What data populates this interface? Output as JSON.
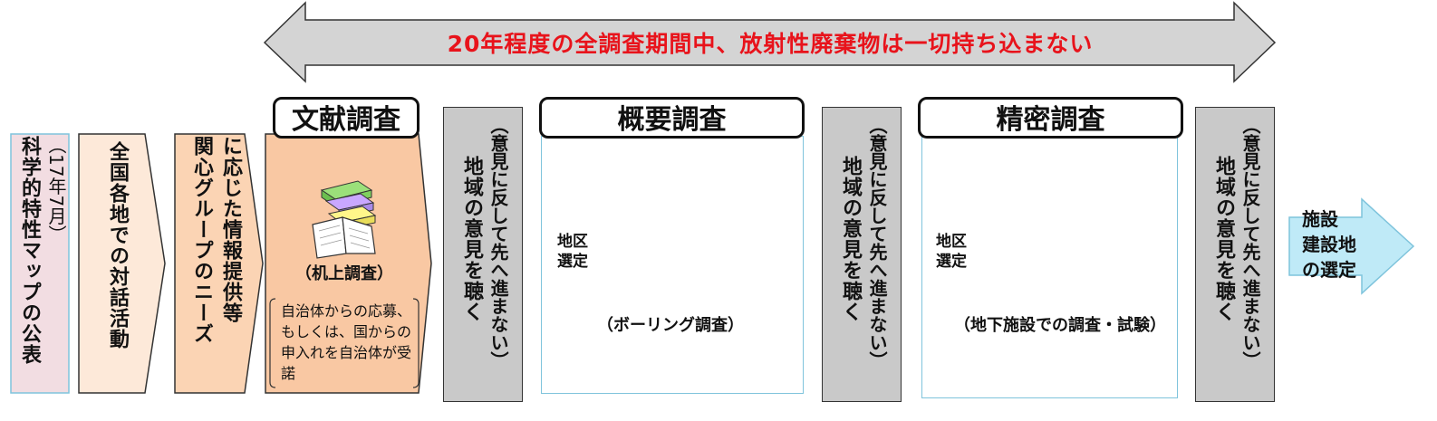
{
  "banner": {
    "text": "20年程度の全調査期間中、放射性廃棄物は一切持ち込まない"
  },
  "left_steps": {
    "map": {
      "title": "科学的特性マップの公表",
      "date": "（17年7月）"
    },
    "dialogue": "全国各地での対話活動",
    "groups": {
      "line1": "関心グループのニーズ",
      "line2": "に応じた情報提供等"
    }
  },
  "stages": [
    {
      "title": "文献調査",
      "caption": "（机上調査）",
      "note": "自治体からの応募、もしくは、国からの申入れを自治体が受諾"
    },
    {
      "title": "概要調査",
      "select_label": "地区選定",
      "caption": "（ボーリング調査）"
    },
    {
      "title": "精密調査",
      "select_label": "地区選定",
      "caption": "（地下施設での調査・試験）"
    }
  ],
  "listen": {
    "main": "地域の意見を聴く",
    "sub": "（意見に反して先へ進まない）"
  },
  "final": {
    "line1": "施設",
    "line2": "建設地",
    "line3": "の選定"
  },
  "colors": {
    "banner_text": "#e8131b",
    "pink": "#f2dde2",
    "peach_light": "#fde9d9",
    "peach": "#fbd4b4",
    "peach_dark": "#f9c8a3",
    "gray": "#c9c9c9",
    "arrow_blue": "#bfeaf7",
    "box_border": "#7fc4dc"
  }
}
